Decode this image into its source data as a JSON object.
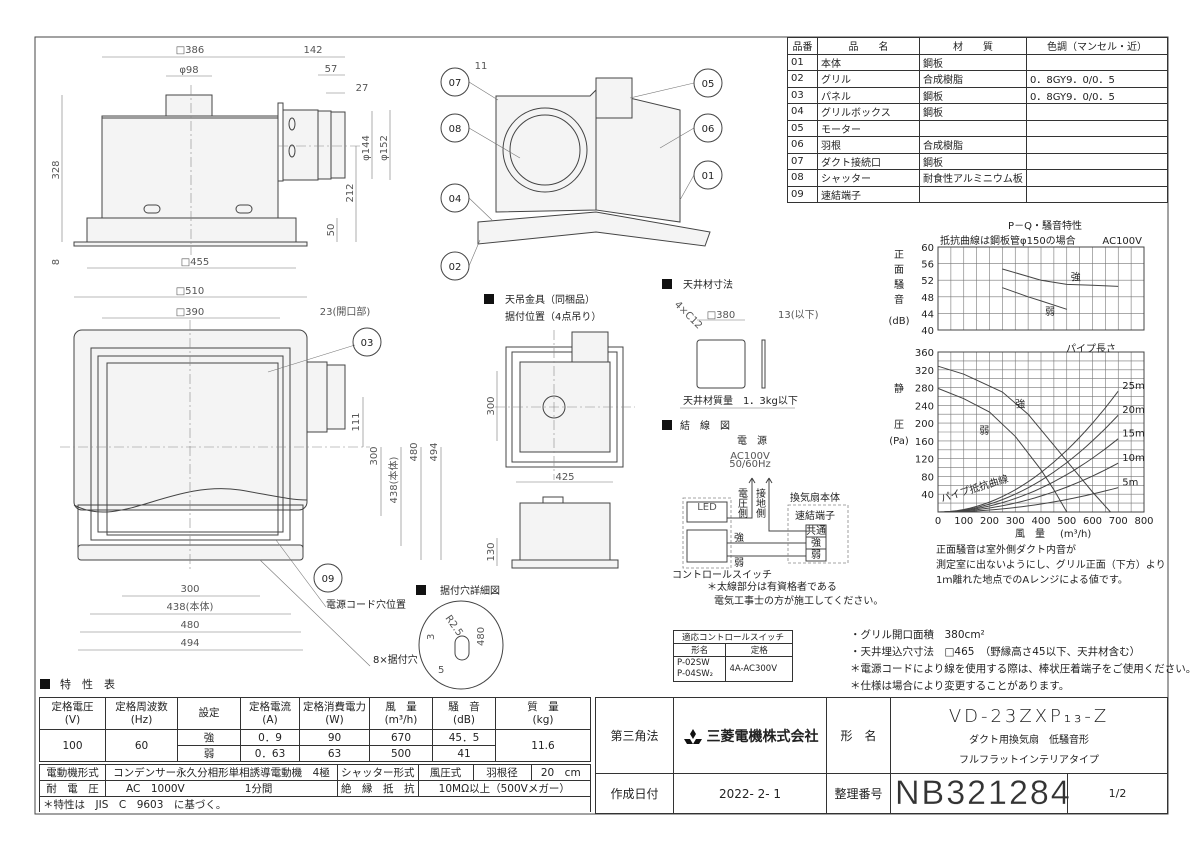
{
  "parts_table": {
    "headers": [
      "品番",
      "品　　名",
      "材　　質",
      "色調（マンセル・近）"
    ],
    "rows": [
      [
        "01",
        "本体",
        "鋼板",
        ""
      ],
      [
        "02",
        "グリル",
        "合成樹脂",
        "0．8GY9．0/0．5"
      ],
      [
        "03",
        "パネル",
        "鋼板",
        "0．8GY9．0/0．5"
      ],
      [
        "04",
        "グリルボックス",
        "鋼板",
        ""
      ],
      [
        "05",
        "モーター",
        "",
        ""
      ],
      [
        "06",
        "羽根",
        "合成樹脂",
        ""
      ],
      [
        "07",
        "ダクト接続口",
        "鋼板",
        ""
      ],
      [
        "08",
        "シャッター",
        "耐食性アルミニウム板",
        ""
      ],
      [
        "09",
        "速結端子",
        "",
        ""
      ]
    ]
  },
  "side_view": {
    "dims": [
      "□386",
      "142",
      "φ98",
      "57",
      "27",
      "φ144",
      "φ152",
      "212",
      "50",
      "328",
      "8",
      "□455"
    ]
  },
  "iso_view": {
    "balloons": [
      "07",
      "08",
      "04",
      "02",
      "05",
      "06",
      "01"
    ],
    "dim": "11"
  },
  "plan_view": {
    "dims": [
      "□510",
      "□390",
      "23(開口部)",
      "111",
      "300",
      "438(本体)",
      "480",
      "494",
      "300",
      "438(本体)",
      "480",
      "494"
    ],
    "balloons": [
      "03",
      "09"
    ],
    "cord_hole_label": "電源コード穴位置",
    "mount_hole_label": "8×据付穴"
  },
  "mount_detail": {
    "title": "据付穴詳細図",
    "dims": [
      "R2.5",
      "3",
      "5",
      "480"
    ]
  },
  "hanger": {
    "title_line1": "天吊金具（同梱品）",
    "title_line2": "据付位置（4点吊り）",
    "dims": [
      "300",
      "425",
      "130"
    ]
  },
  "ceiling": {
    "title": "天井材寸法",
    "dims": [
      "□380",
      "13(以下)",
      "4×C12"
    ],
    "mass": "天井材質量　1．3kg以下"
  },
  "wiring": {
    "title": "結　線　図",
    "power": "電　源",
    "ac": "AC100V",
    "hz": "50/60Hz",
    "voltage_side": "電圧側",
    "ground_side": "接地側",
    "fan_body": "換気扇本体",
    "terminal": "速結端子",
    "terminals": [
      "共通",
      "強",
      "弱"
    ],
    "strong": "強",
    "weak": "弱",
    "switch": "コントロールスイッチ",
    "led": "LED",
    "note1": "＊太線部分は有資格者である",
    "note2": "電気工事士の方が施工してください。"
  },
  "chart_data": {
    "type": "line",
    "title": "P－Q・騒音特性",
    "note": "抵抗曲線は鋼板管φ150の場合",
    "voltage": "AC100V",
    "noise_ylabel": [
      "正",
      "面",
      "騒",
      "音"
    ],
    "noise_unit": "(dB)",
    "pressure_ylabel": [
      "静",
      "圧"
    ],
    "pressure_unit": "(Pa)",
    "xlabel": "風　量",
    "xunit": "(m³/h)",
    "xlim": [
      0,
      800
    ],
    "x_ticks": [
      "0",
      "100",
      "200",
      "300",
      "400",
      "500",
      "600",
      "700",
      "800"
    ],
    "noise_ylim": [
      40,
      60
    ],
    "noise_ticks": [
      "40",
      "44",
      "48",
      "52",
      "56",
      "60"
    ],
    "pressure_ylim": [
      0,
      360
    ],
    "pressure_ticks": [
      "0",
      "40",
      "80",
      "120",
      "160",
      "200",
      "240",
      "280",
      "320",
      "360"
    ],
    "grid": true,
    "noise_series": [
      {
        "name": "強",
        "x": [
          250,
          400,
          500,
          600,
          700
        ],
        "y": [
          54.7,
          52.0,
          51.0,
          50.8,
          50.5
        ]
      },
      {
        "name": "弱",
        "x": [
          250,
          350,
          400,
          500
        ],
        "y": [
          50.2,
          48.0,
          47.0,
          45.0
        ]
      }
    ],
    "pressure_series": [
      {
        "name": "強",
        "x": [
          0,
          100,
          250,
          350,
          450,
          550,
          600,
          670
        ],
        "y": [
          328,
          310,
          270,
          220,
          150,
          80,
          45,
          0
        ]
      },
      {
        "name": "弱",
        "x": [
          0,
          100,
          200,
          300,
          400,
          450,
          500
        ],
        "y": [
          278,
          255,
          225,
          170,
          95,
          50,
          0
        ]
      }
    ],
    "pipe_label": "パイプ長さ",
    "pipe_curve_label": "パイプ抵抗曲線",
    "pipe_curves": [
      {
        "name": "25m",
        "pressure_at_700": 272
      },
      {
        "name": "20m",
        "pressure_at_700": 218
      },
      {
        "name": "15m",
        "pressure_at_700": 165
      },
      {
        "name": "10m",
        "pressure_at_700": 110
      },
      {
        "name": "5m",
        "pressure_at_700": 55
      }
    ],
    "footnote": [
      "正面騒音は室外側ダクト内音が",
      "測定室に出ないようにし、グリル正面（下方）より",
      "1ｍ離れた地点でのAレンジによる値です。"
    ]
  },
  "switch_table": {
    "title": "適応コントロールスイッチ",
    "col1": "形名",
    "col2": "定格",
    "model1": "P-02SW",
    "model2": "P-04SW₂",
    "rating": "4A-AC300V"
  },
  "notes": [
    "・グリル開口面積　380cm²",
    "・天井埋込穴寸法　□465　（野縁高さ45以下、天井材含む）",
    "＊電源コードにより線を使用する際は、棒状圧着端子をご使用ください。",
    "＊仕様は場合により変更することがあります。"
  ],
  "char_table": {
    "title": "特　性　表",
    "headers": [
      "定格電圧\n(V)",
      "定格周波数\n(Hz)",
      "設定",
      "定格電流\n(A)",
      "定格消費電力\n(W)",
      "風　量\n(m³/h)",
      "騒　音\n(dB)",
      "質　量\n(kg)"
    ],
    "voltage": "100",
    "frequency": "60",
    "mass": "11.6",
    "rows": [
      {
        "setting": "強",
        "current": "0．9",
        "power": "90",
        "airflow": "670",
        "noise": "45．5"
      },
      {
        "setting": "弱",
        "current": "0．63",
        "power": "63",
        "airflow": "500",
        "noise": "41"
      }
    ],
    "motor_label": "電動機形式",
    "motor_value": "コンデンサー永久分相形単相誘導電動機　4極",
    "shutter_label": "シャッター形式",
    "shutter_value": "風圧式",
    "blade_label": "羽根径",
    "blade_value": "20　cm",
    "withstand_label": "耐　電　圧",
    "withstand_value": "AC　1000V",
    "withstand_time": "1分間",
    "insulation_label": "絶　縁　抵　抗",
    "insulation_value": "10MΩ以上（500Vメガー）",
    "footnote": "＊特性は　JIS　C　9603　に基づく。"
  },
  "title_block": {
    "projection": "第三角法",
    "company": "三菱電機株式会社",
    "model_label": "形　名",
    "model": "VD-23ZXP₁₃-Z",
    "desc1": "ダクト用換気扇　低騒音形",
    "desc2": "フルフラットインテリアタイプ",
    "date_label": "作成日付",
    "date": "2022- 2- 1",
    "number_label": "整理番号",
    "number": "NB321284",
    "sheet": "1/2"
  }
}
